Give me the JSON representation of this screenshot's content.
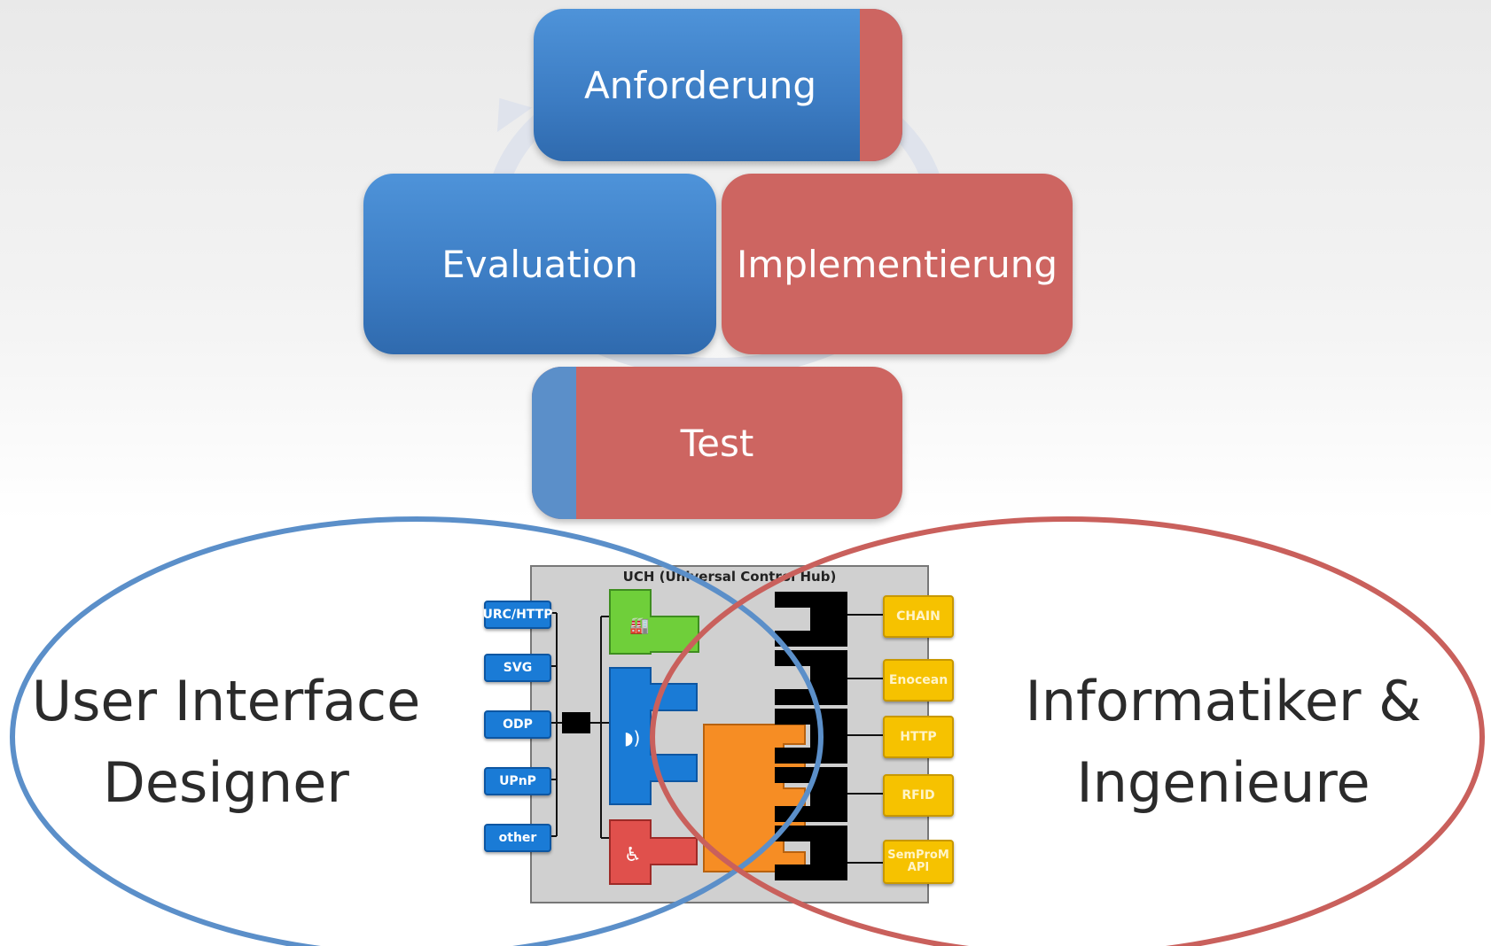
{
  "cycle": {
    "anforderung": "Anforderung",
    "evaluation": "Evaluation",
    "implementierung": "Implementierung",
    "test": "Test"
  },
  "roles": {
    "left_line1": "User Interface",
    "left_line2": "Designer",
    "right_line1": "Informatiker &",
    "right_line2": "Ingenieure"
  },
  "uch": {
    "title": "UCH (Universal Control Hub)",
    "inputs": [
      "URC/HTTP",
      "SVG",
      "ODP",
      "UPnP",
      "other"
    ],
    "targets": [
      "CHAIN",
      "Enocean",
      "HTTP",
      "RFID",
      "SemProM API"
    ]
  },
  "colors": {
    "blue": "#3c7cc3",
    "red": "#cd6561",
    "ellipse_blue": "#5b8fc9",
    "ellipse_red": "#c9605c"
  }
}
